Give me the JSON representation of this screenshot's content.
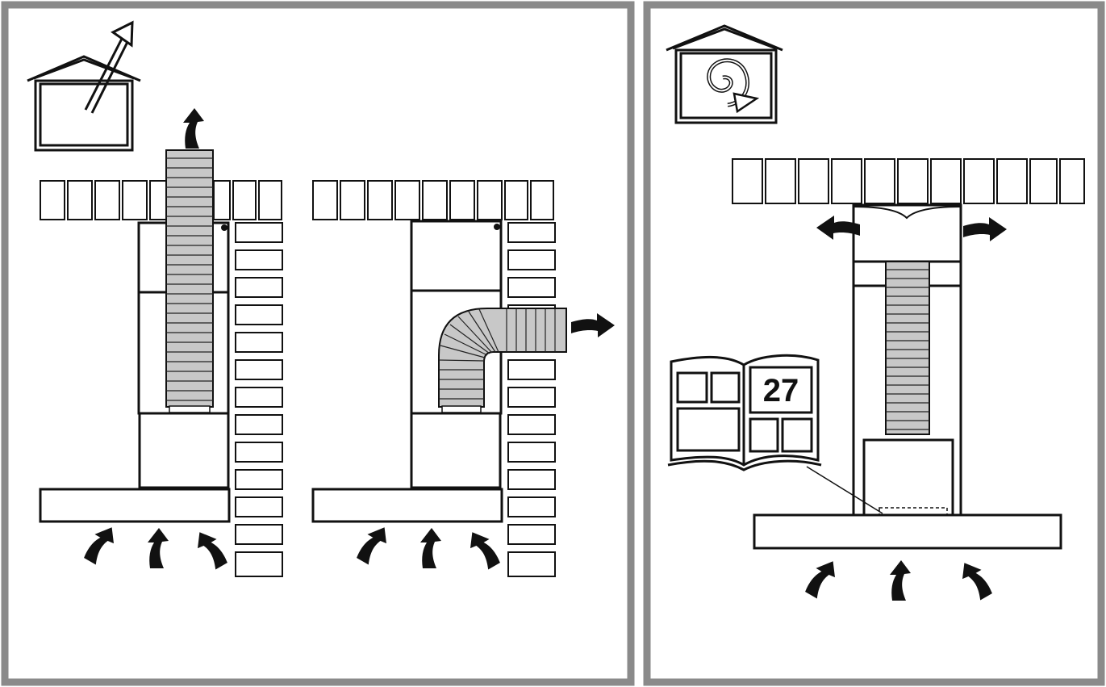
{
  "colors": {
    "frame": "#8a8a8a",
    "line": "#111111",
    "duct_fill": "#c8c8c8",
    "background": "#ffffff"
  },
  "panels": [
    {
      "mode": "ducted-extraction",
      "icon": "house-with-outward-arrow-icon",
      "variants": [
        "vertical-duct-through-ceiling",
        "elbow-duct-through-wall"
      ]
    },
    {
      "mode": "recirculation",
      "icon": "house-with-circulating-arrow-icon",
      "booklet": {
        "page_number": "27"
      }
    }
  ]
}
